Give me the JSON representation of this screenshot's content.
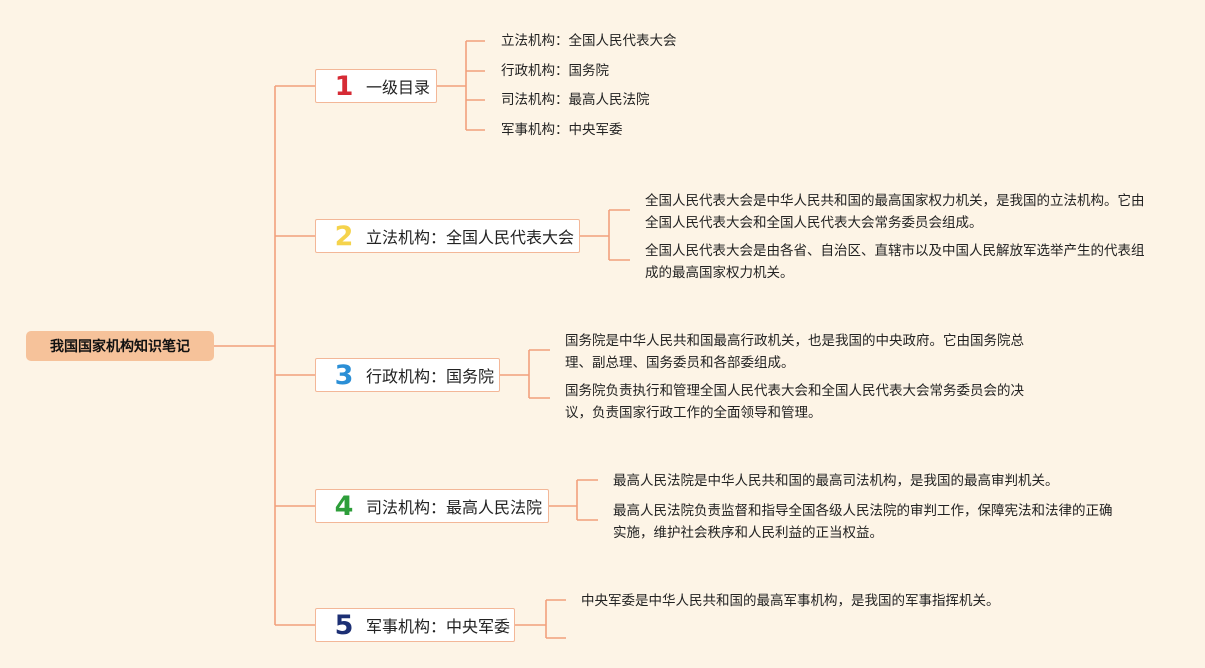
{
  "root": {
    "title": "我国国家机构知识笔记"
  },
  "colors": {
    "line": "#f2a07c",
    "num1": "#d62b35",
    "num2": "#f5d34c",
    "num3": "#2b8fd6",
    "num4": "#2e9e3a",
    "num5": "#1c2f74"
  },
  "branches": [
    {
      "num": "1",
      "title": "一级目录",
      "items": [
        "立法机构：全国人民代表大会",
        "行政机构：国务院",
        "司法机构：最高人民法院",
        "军事机构：中央军委"
      ]
    },
    {
      "num": "2",
      "title": "立法机构：全国人民代表大会",
      "items": [
        "全国人民代表大会是中华人民共和国的最高国家权力机关，是我国的立法机构。它由全国人民代表大会和全国人民代表大会常务委员会组成。",
        "全国人民代表大会是由各省、自治区、直辖市以及中国人民解放军选举产生的代表组成的最高国家权力机关。"
      ]
    },
    {
      "num": "3",
      "title": "行政机构：国务院",
      "items": [
        "国务院是中华人民共和国最高行政机关，也是我国的中央政府。它由国务院总理、副总理、国务委员和各部委组成。",
        "国务院负责执行和管理全国人民代表大会和全国人民代表大会常务委员会的决议，负责国家行政工作的全面领导和管理。"
      ]
    },
    {
      "num": "4",
      "title": "司法机构：最高人民法院",
      "items": [
        "最高人民法院是中华人民共和国的最高司法机构，是我国的最高审判机关。",
        "最高人民法院负责监督和指导全国各级人民法院的审判工作，保障宪法和法律的正确实施，维护社会秩序和人民利益的正当权益。"
      ]
    },
    {
      "num": "5",
      "title": "军事机构：中央军委",
      "items": [
        "中央军委是中华人民共和国的最高军事机构，是我国的军事指挥机关。"
      ]
    }
  ]
}
